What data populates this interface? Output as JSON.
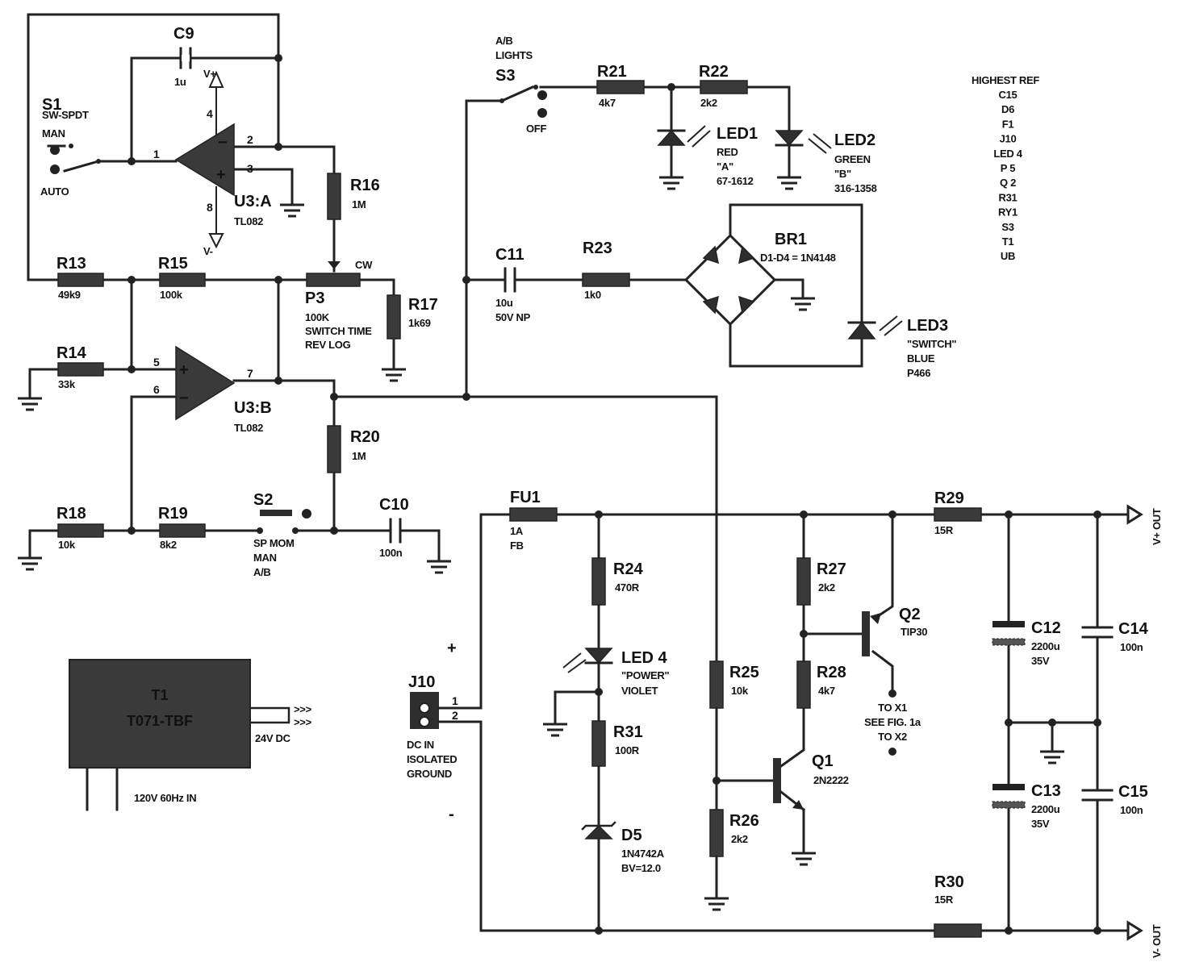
{
  "components": {
    "s1": {
      "ref": "S1",
      "type": "SW-SPDT",
      "man": "MAN",
      "auto": "AUTO"
    },
    "c9": {
      "ref": "C9",
      "value": "1u"
    },
    "u3a": {
      "ref": "U3:A",
      "part": "TL082",
      "pins": {
        "p1": "1",
        "p2": "2",
        "p3": "3",
        "p4": "4",
        "p8": "8"
      },
      "vplus": "V+",
      "vminus": "V-"
    },
    "r16": {
      "ref": "R16",
      "value": "1M"
    },
    "r13": {
      "ref": "R13",
      "value": "49k9"
    },
    "r15": {
      "ref": "R15",
      "value": "100k"
    },
    "p3": {
      "ref": "P3",
      "cw": "CW",
      "value": "100K",
      "line2": "SWITCH TIME",
      "line3": "REV LOG"
    },
    "r17": {
      "ref": "R17",
      "value": "1k69"
    },
    "r14": {
      "ref": "R14",
      "value": "33k"
    },
    "u3b": {
      "ref": "U3:B",
      "part": "TL082",
      "pins": {
        "p5": "5",
        "p6": "6",
        "p7": "7"
      }
    },
    "r20": {
      "ref": "R20",
      "value": "1M"
    },
    "r18": {
      "ref": "R18",
      "value": "10k"
    },
    "r19": {
      "ref": "R19",
      "value": "8k2"
    },
    "s2": {
      "ref": "S2",
      "line1": "SP MOM",
      "line2": "MAN",
      "line3": "A/B"
    },
    "c10": {
      "ref": "C10",
      "value": "100n"
    },
    "s3": {
      "ref": "S3",
      "title1": "A/B",
      "title2": "LIGHTS",
      "off": "OFF"
    },
    "r21": {
      "ref": "R21",
      "value": "4k7"
    },
    "r22": {
      "ref": "R22",
      "value": "2k2"
    },
    "led1": {
      "ref": "LED1",
      "color": "RED",
      "label": "\"A\"",
      "part": "67-1612"
    },
    "led2": {
      "ref": "LED2",
      "color": "GREEN",
      "label": "\"B\"",
      "part": "316-1358"
    },
    "c11": {
      "ref": "C11",
      "value": "10u",
      "rating": "50V NP"
    },
    "r23": {
      "ref": "R23",
      "value": "1k0"
    },
    "br1": {
      "ref": "BR1",
      "part": "D1-D4 = 1N4148"
    },
    "led3": {
      "ref": "LED3",
      "label": "\"SWITCH\"",
      "color": "BLUE",
      "part": "P466"
    },
    "fu1": {
      "ref": "FU1",
      "value": "1A",
      "type": "FB"
    },
    "r24": {
      "ref": "R24",
      "value": "470R"
    },
    "led4": {
      "ref": "LED 4",
      "label": "\"POWER\"",
      "color": "VIOLET"
    },
    "r31": {
      "ref": "R31",
      "value": "100R"
    },
    "d5": {
      "ref": "D5",
      "part": "1N4742A",
      "bv": "BV=12.0"
    },
    "r25": {
      "ref": "R25",
      "value": "10k"
    },
    "r26": {
      "ref": "R26",
      "value": "2k2"
    },
    "r27": {
      "ref": "R27",
      "value": "2k2"
    },
    "r28": {
      "ref": "R28",
      "value": "4k7"
    },
    "q1": {
      "ref": "Q1",
      "part": "2N2222"
    },
    "q2": {
      "ref": "Q2",
      "part": "TIP30"
    },
    "r29": {
      "ref": "R29",
      "value": "15R"
    },
    "r30": {
      "ref": "R30",
      "value": "15R"
    },
    "c12": {
      "ref": "C12",
      "value": "2200u",
      "rating": "35V"
    },
    "c13": {
      "ref": "C13",
      "value": "2200u",
      "rating": "35V"
    },
    "c14": {
      "ref": "C14",
      "value": "100n"
    },
    "c15": {
      "ref": "C15",
      "value": "100n"
    },
    "j10": {
      "ref": "J10",
      "pin1": "1",
      "pin2": "2",
      "line1": "DC IN",
      "line2": "ISOLATED",
      "line3": "GROUND",
      "plus": "+",
      "minus": "-"
    },
    "t1": {
      "ref": "T1",
      "part": "T071-TBF",
      "out": "24V DC",
      "in": "120V  60Hz IN",
      "arrows": ">>>"
    }
  },
  "notes": {
    "line1": "TO X1",
    "line2": "SEE FIG. 1a",
    "line3": "TO X2"
  },
  "outputs": {
    "vplus": "V+ OUT",
    "vminus": "V- OUT"
  },
  "highest_ref": {
    "title": "HIGHEST REF",
    "items": [
      "C15",
      "D6",
      "F1",
      "J10",
      "LED 4",
      "P 5",
      "Q 2",
      "R31",
      "RY1",
      "S3",
      "T1",
      "UB"
    ]
  }
}
